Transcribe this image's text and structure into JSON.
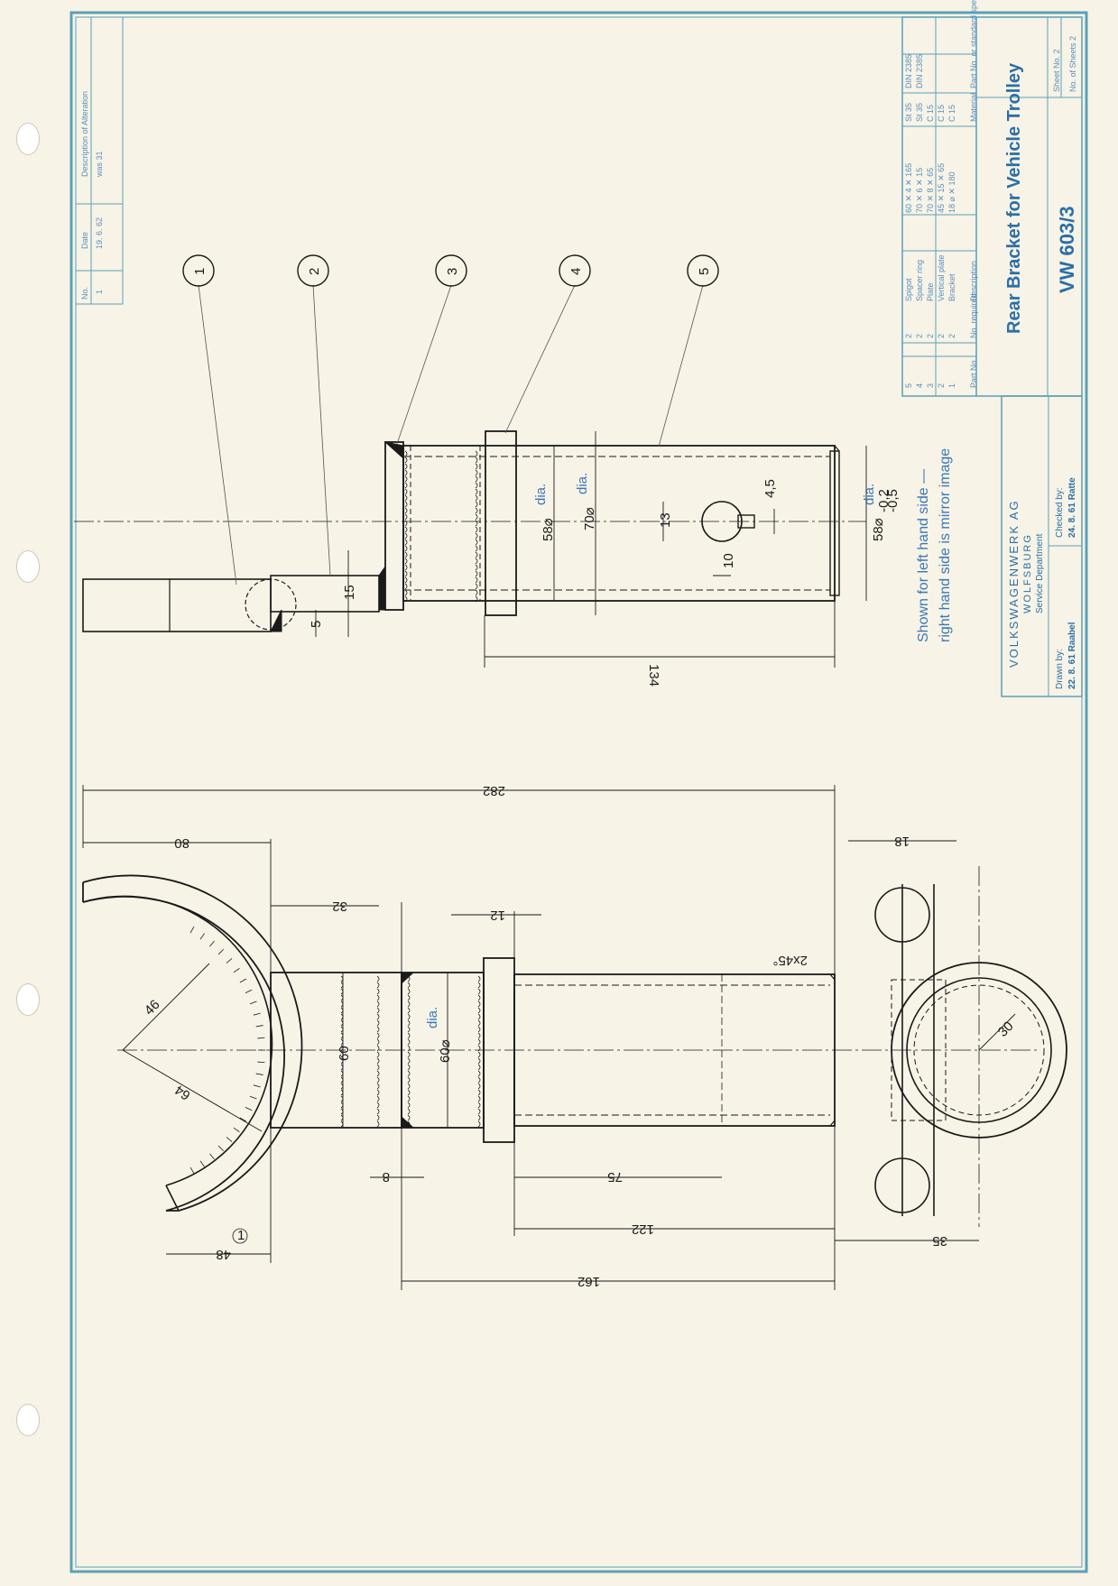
{
  "colors": {
    "paper": "#f7f3e6",
    "border": "#5aa0b8",
    "title_block": "#2a6fa8",
    "ink": "#1a1a1a",
    "note_blue": "#3a78b8"
  },
  "alterations": {
    "headers": [
      "No.",
      "Date",
      "Description of Alteration"
    ],
    "rows": [
      {
        "no": "1",
        "date": "19. 6. 62",
        "desc": "was 31"
      }
    ]
  },
  "parts_list": {
    "rows": [
      {
        "part": "5",
        "qty": "2",
        "desc": "Spigot",
        "dim": "60 ✕ 4 ✕ 165",
        "mat": "St 35",
        "std": "DIN 2385"
      },
      {
        "part": "4",
        "qty": "2",
        "desc": "Spacer ring",
        "dim": "70 ✕ 6 ✕ 15",
        "mat": "St 35",
        "std": "DIN 2385"
      },
      {
        "part": "3",
        "qty": "2",
        "desc": "Plate",
        "dim": "70 ✕ 8 ✕ 65",
        "mat": "C 15",
        "std": ""
      },
      {
        "part": "2",
        "qty": "2",
        "desc": "Vertical plate",
        "dim": "45 ✕ 15 ✕ 65",
        "mat": "C 15",
        "std": ""
      },
      {
        "part": "1",
        "qty": "2",
        "desc": "Bracket",
        "dim": "18 ⌀ ✕ 180",
        "mat": "C 15",
        "std": ""
      }
    ],
    "header": {
      "part_no": "Part No.",
      "no_required": "No. required",
      "description": "Description",
      "material": "Material",
      "part_standard": "Part No. or standard spec."
    }
  },
  "title_block": {
    "title": "Rear Bracket for Vehicle Trolley",
    "drawing_no": "VW 603/3",
    "sheet_no": "Sheet No. 2",
    "no_of_sheets": "No. of Sheets 2",
    "company": "VOLKSWAGENWERK AG",
    "city": "WOLFSBURG",
    "department": "Service Department",
    "drawn_by_label": "Drawn by:",
    "drawn_by": "22. 8. 61 Raabel",
    "checked_by_label": "Checked by:",
    "checked_by": "24. 8. 61 Ratte"
  },
  "note": {
    "line1": "Shown for left hand side —",
    "line2": "right hand side is mirror image"
  },
  "balloons": [
    "1",
    "2",
    "3",
    "4",
    "5"
  ],
  "side_view_dims": {
    "d58a": "58",
    "d58a_suffix": "dia.",
    "d70": "70",
    "d70_suffix": "dia.",
    "d58b": "58",
    "d58b_suffix": "dia.",
    "tol_upper": "-0,2",
    "tol_lower": "-0,5",
    "d13": "13",
    "d45": "4,5",
    "d10": "10",
    "d15": "15",
    "d5": "5",
    "d134": "134"
  },
  "plan_view_dims": {
    "d282": "282",
    "d80": "80",
    "d32": "32",
    "d12": "12",
    "d2x45": "2x45°",
    "d18": "18",
    "d46": "46",
    "d64": "64",
    "d60": "60",
    "d60dia": "60",
    "d60dia_suffix": "dia.",
    "d30": "30",
    "d8": "8",
    "d75": "75",
    "d122": "122",
    "d48": "48",
    "d48_mark": "1",
    "d162": "162",
    "d35": "35"
  }
}
